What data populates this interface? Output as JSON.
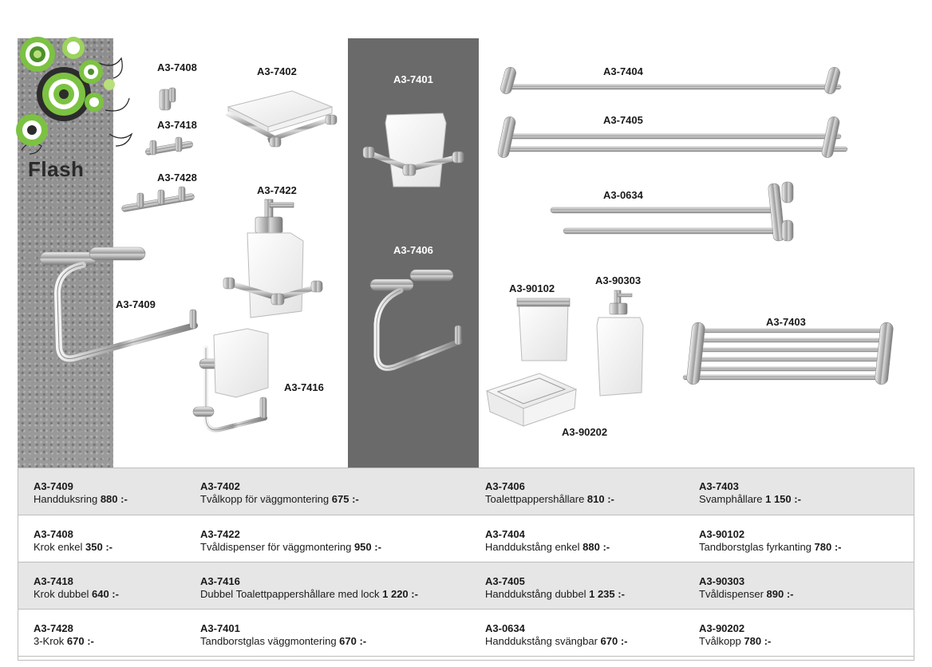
{
  "brand": {
    "title": "Flash"
  },
  "product_labels": {
    "a3_7408": "A3-7408",
    "a3_7402": "A3-7402",
    "a3_7418": "A3-7418",
    "a3_7428": "A3-7428",
    "a3_7422": "A3-7422",
    "a3_7409": "A3-7409",
    "a3_7416": "A3-7416",
    "a3_7401": "A3-7401",
    "a3_7406": "A3-7406",
    "a3_7404": "A3-7404",
    "a3_7405": "A3-7405",
    "a3_0634": "A3-0634",
    "a3_90102": "A3-90102",
    "a3_90303": "A3-90303",
    "a3_7403": "A3-7403",
    "a3_90202": "A3-90202"
  },
  "price_table": {
    "rows": [
      [
        {
          "code": "A3-7409",
          "desc": "Handduksring ",
          "price": "880 :-"
        },
        {
          "code": "A3-7402",
          "desc": "Tvålkopp för väggmontering ",
          "price": "675 :-"
        },
        {
          "code": "A3-7406",
          "desc": "Toalettpappershållare ",
          "price": "810 :-"
        },
        {
          "code": "A3-7403",
          "desc": "Svamphållare ",
          "price": "1 150 :-"
        }
      ],
      [
        {
          "code": "A3-7408",
          "desc": "Krok enkel ",
          "price": "350 :-"
        },
        {
          "code": "A3-7422",
          "desc": "Tvåldispenser för väggmontering ",
          "price": "950 :-"
        },
        {
          "code": "A3-7404",
          "desc": "Handdukstång enkel ",
          "price": "880 :-"
        },
        {
          "code": "A3-90102",
          "desc": "Tandborstglas fyrkanting ",
          "price": "780 :-"
        }
      ],
      [
        {
          "code": "A3-7418",
          "desc": "Krok dubbel ",
          "price": "640 :-"
        },
        {
          "code": "A3-7416",
          "desc": "Dubbel Toalettpappershållare med lock ",
          "price": "1 220 :-"
        },
        {
          "code": "A3-7405",
          "desc": "Handdukstång dubbel ",
          "price": "1 235 :-"
        },
        {
          "code": "A3-90303",
          "desc": "Tvåldispenser ",
          "price": "890 :-"
        }
      ],
      [
        {
          "code": "A3-7428",
          "desc": "3-Krok ",
          "price": "670 :-"
        },
        {
          "code": "A3-7401",
          "desc": "Tandborstglas väggmontering ",
          "price": "670 :-"
        },
        {
          "code": "A3-0634",
          "desc": "Handdukstång svängbar ",
          "price": "670 :-"
        },
        {
          "code": "A3-90202",
          "desc": "Tvålkopp ",
          "price": "780 :-"
        }
      ]
    ]
  },
  "colors": {
    "strip": "#9a9a9a",
    "dark_panel": "#6a6a6b",
    "row_shade": "#e6e6e6",
    "accent_green": "#7cc242"
  }
}
